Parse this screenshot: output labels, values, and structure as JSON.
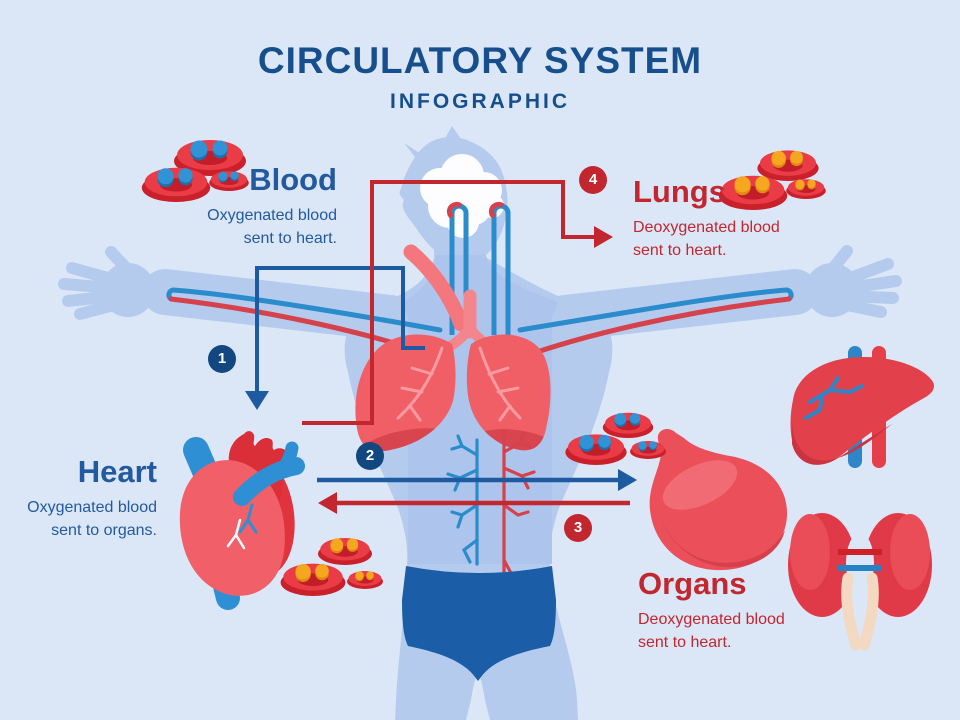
{
  "title": "CIRCULATORY SYSTEM",
  "subtitle": "INFOGRAPHIC",
  "sections": {
    "blood": {
      "number": "1",
      "label": "Blood",
      "description": "Oxygenated blood sent to heart."
    },
    "heart": {
      "number": "2",
      "label": "Heart",
      "description": "Oxygenated blood sent to organs."
    },
    "organs": {
      "number": "3",
      "label": "Organs",
      "description": "Deoxygenated blood sent to heart."
    },
    "lungs": {
      "number": "4",
      "label": "Lungs",
      "description": "Deoxygenated blood sent to heart."
    }
  },
  "illustrations": [
    "human-body-silhouette",
    "brain",
    "lungs",
    "heart-organ",
    "liver",
    "kidneys",
    "stomach",
    "red-blood-cells"
  ],
  "colors": {
    "background": "#dbe7f7",
    "body_silhouette": "#b5cbee",
    "body_inner_shade": "#adc5ed",
    "title_blue": "#174f8d",
    "label_blue": "#23599f",
    "label_red": "#c2262e",
    "badge_blue": "#134780",
    "badge_red": "#c2262e",
    "connector_blue": "#1d5aa0",
    "connector_red": "#c2262e",
    "vessel_blue": "#2b8ccc",
    "vessel_red": "#d6424b",
    "organ_red": "#e2414b",
    "lung_pink": "#f15f66",
    "cell_red": "#e93c46",
    "cell_dot_blue": "#2f93d6",
    "cell_dot_orange": "#f5a81f",
    "trunks_blue": "#1b5ea7"
  }
}
